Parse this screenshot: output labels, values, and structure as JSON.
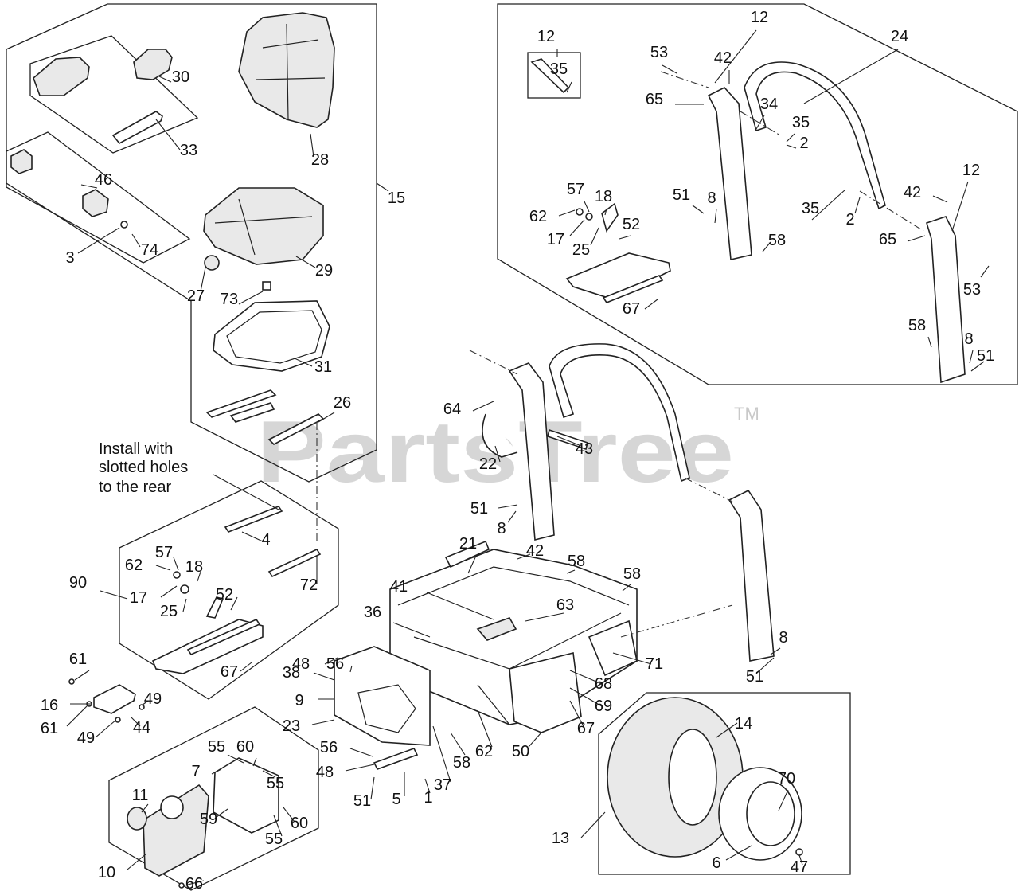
{
  "watermark": {
    "brand": "PartsTree",
    "trademark": "TM"
  },
  "note": {
    "line1": "Install with",
    "line2": "slotted holes",
    "line3": "to the rear"
  },
  "callouts": [
    "12",
    "35",
    "24",
    "12",
    "53",
    "42",
    "65",
    "34",
    "35",
    "2",
    "30",
    "33",
    "28",
    "15",
    "46",
    "3",
    "74",
    "27",
    "73",
    "29",
    "31",
    "26",
    "57",
    "18",
    "62",
    "17",
    "25",
    "52",
    "67",
    "51",
    "8",
    "58",
    "35",
    "2",
    "42",
    "12",
    "65",
    "53",
    "58",
    "8",
    "51",
    "64",
    "43",
    "22",
    "51",
    "8",
    "21",
    "42",
    "58",
    "58",
    "41",
    "63",
    "36",
    "4",
    "72",
    "57",
    "18",
    "62",
    "17",
    "25",
    "52",
    "67",
    "90",
    "61",
    "16",
    "49",
    "61",
    "49",
    "44",
    "48",
    "56",
    "38",
    "9",
    "23",
    "56",
    "48",
    "51",
    "5",
    "1",
    "37",
    "58",
    "62",
    "50",
    "71",
    "68",
    "69",
    "67",
    "8",
    "51",
    "14",
    "70",
    "13",
    "6",
    "47",
    "55",
    "60",
    "7",
    "55",
    "11",
    "59",
    "55",
    "60",
    "10",
    "66"
  ]
}
